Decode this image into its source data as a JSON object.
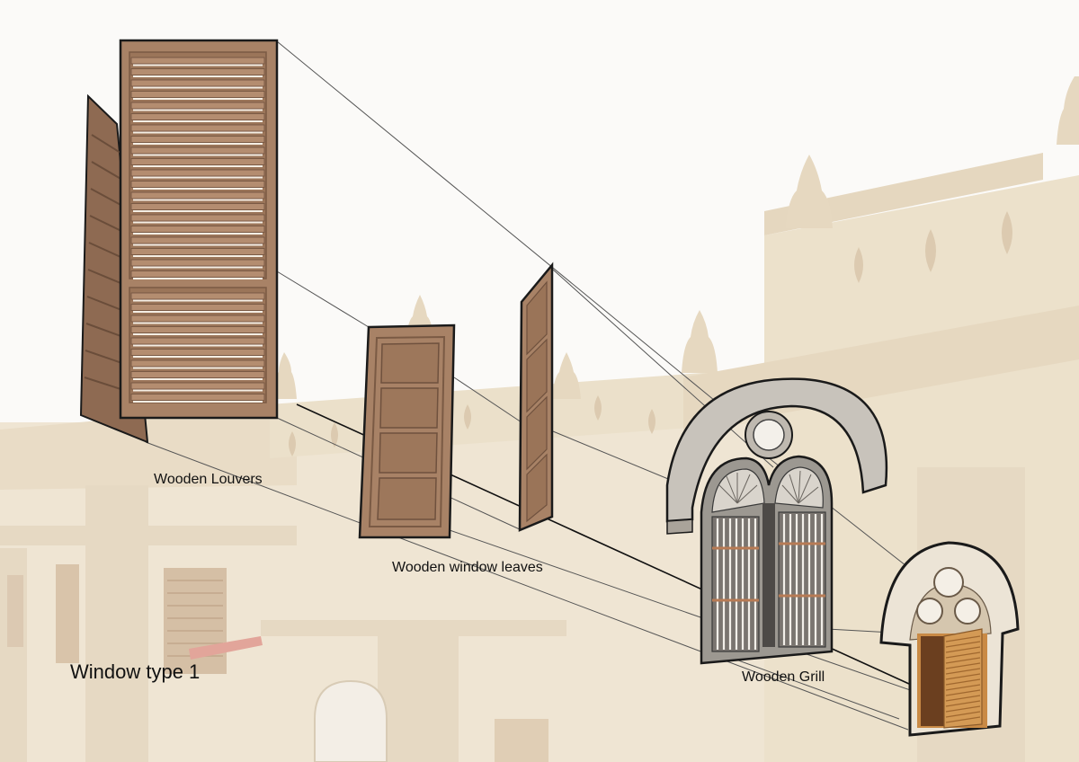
{
  "title": "Window type 1",
  "labels": {
    "louvers": "Wooden Louvers",
    "leaves": "Wooden window leaves",
    "grill": "Wooden Grill"
  },
  "colors": {
    "building_wall": "#eee2cc",
    "building_shadow": "#e2d2b8",
    "wood": "#a88266",
    "wood_dark": "#7a5a44",
    "wood_light": "#c6a88c",
    "stone_arch": "#c8c3bb",
    "grill_dark": "#4d4a47",
    "window_orange": "#c98a45",
    "outline": "#1a1a1a",
    "leader_line": "#555555"
  }
}
